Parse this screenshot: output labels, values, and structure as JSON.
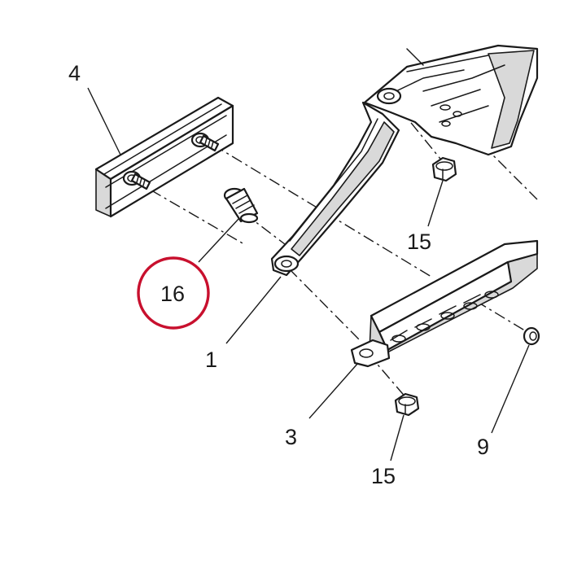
{
  "diagram": {
    "callouts": {
      "c1": "1",
      "c3": "3",
      "c4": "4",
      "c9": "9",
      "c15_top": "15",
      "c15_bottom": "15",
      "c16": "16"
    },
    "highlighted_callout": "16",
    "colors": {
      "highlight": "#c8102e",
      "line": "#1a1a1a",
      "shade": "#d9d9d9",
      "background": "#ffffff"
    }
  }
}
